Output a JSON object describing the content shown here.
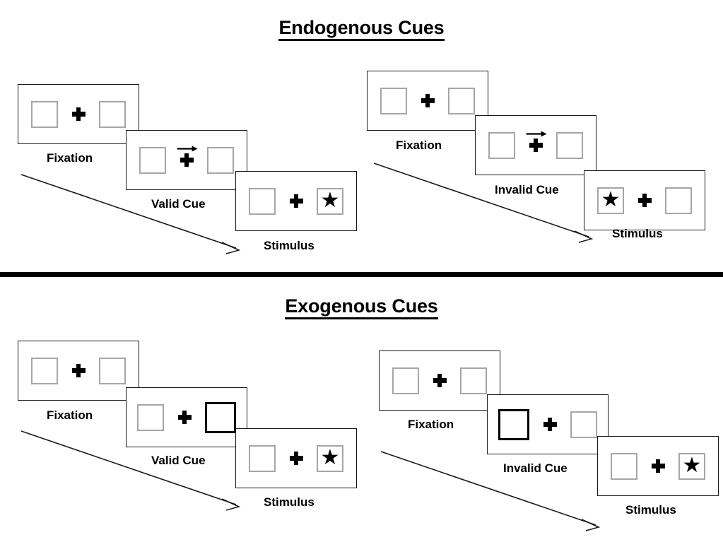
{
  "figure": {
    "title_top": "Endogenous Cues",
    "title_bottom": "Exogenous Cues"
  },
  "icons": {
    "star": "★",
    "plus": "plus-fixation-cross",
    "arrow": "arrow-right-cue"
  },
  "sections": [
    {
      "id": "endogenous",
      "title": "Endogenous Cues",
      "sequences": [
        {
          "id": "endogenous-valid",
          "steps": [
            {
              "label": "Fixation",
              "left": "empty",
              "right": "empty",
              "cue": "none"
            },
            {
              "label": "Valid Cue",
              "left": "empty",
              "right": "empty",
              "cue": "arrow-right"
            },
            {
              "label": "Stimulus",
              "left": "empty",
              "right": "star",
              "cue": "none"
            }
          ]
        },
        {
          "id": "endogenous-invalid",
          "steps": [
            {
              "label": "Fixation",
              "left": "empty",
              "right": "empty",
              "cue": "none"
            },
            {
              "label": "Invalid Cue",
              "left": "empty",
              "right": "empty",
              "cue": "arrow-right"
            },
            {
              "label": "Stimulus",
              "left": "star",
              "right": "empty",
              "cue": "none"
            }
          ]
        }
      ]
    },
    {
      "id": "exogenous",
      "title": "Exogenous Cues",
      "sequences": [
        {
          "id": "exogenous-valid",
          "steps": [
            {
              "label": "Fixation",
              "left": "empty",
              "right": "empty",
              "cue": "none"
            },
            {
              "label": "Valid Cue",
              "left": "empty",
              "right": "cued",
              "cue": "none"
            },
            {
              "label": "Stimulus",
              "left": "empty",
              "right": "star",
              "cue": "none"
            }
          ]
        },
        {
          "id": "exogenous-invalid",
          "steps": [
            {
              "label": "Fixation",
              "left": "empty",
              "right": "empty",
              "cue": "none"
            },
            {
              "label": "Invalid Cue",
              "left": "cued",
              "right": "empty",
              "cue": "none"
            },
            {
              "label": "Stimulus",
              "left": "empty",
              "right": "star",
              "cue": "none"
            }
          ]
        }
      ]
    }
  ],
  "labels": {
    "s1_fixation": "Fixation",
    "s1_valid": "Valid Cue",
    "s1_stimulus": "Stimulus",
    "s2_fixation": "Fixation",
    "s2_invalid": "Invalid Cue",
    "s2_stimulus": "Stimulus",
    "s3_fixation": "Fixation",
    "s3_valid": "Valid Cue",
    "s3_stimulus": "Stimulus",
    "s4_fixation": "Fixation",
    "s4_invalid": "Invalid Cue",
    "s4_stimulus": "Stimulus"
  },
  "colors": {
    "background": "#ffffff",
    "panel_border": "#1a1a1a",
    "box_border": "#a6a6a6",
    "cued_box_border": "#000000",
    "text": "#000000",
    "divider": "#000000"
  }
}
